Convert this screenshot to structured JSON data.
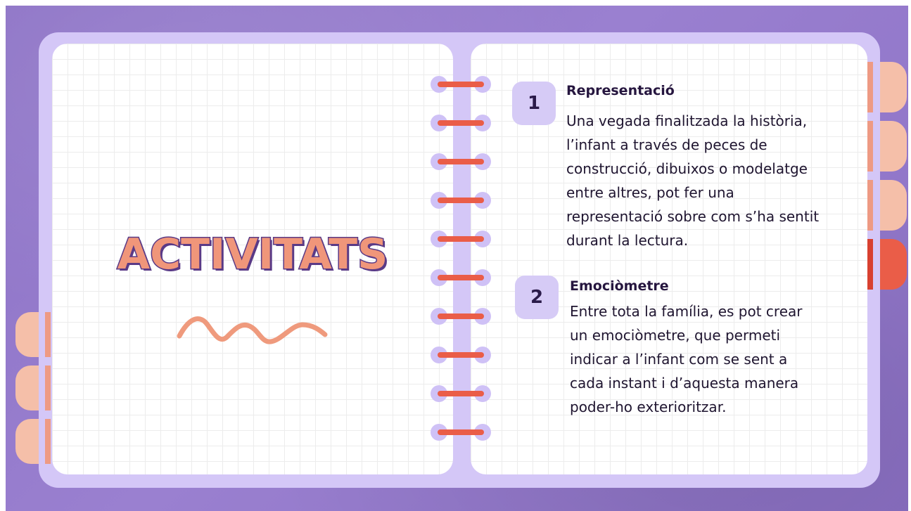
{
  "title": "ACTIVITATS",
  "activities": [
    {
      "number": "1",
      "heading": "Representació",
      "text": "Una vegada finalitzada la història, l’infant a través de peces de construcció, dibuixos o modelatge entre altres, pot fer una representació sobre com s’ha sentit durant la lectura."
    },
    {
      "number": "2",
      "heading": "Emociòmetre",
      "text": "Entre tota la família, es pot crear un emociòmetre, que permeti indicar a l’infant com se sent a cada instant i d’aquesta manera poder-ho exterioritzar."
    }
  ],
  "colors": {
    "background": "#9079c9",
    "notebook": "#d4c7f7",
    "page": "#ffffff",
    "tab_light": "#f5bfa9",
    "tab_active": "#ea5d48",
    "ring_bar": "#ea5d48",
    "title_fill": "#f0967a",
    "title_outline": "#5a3a86"
  },
  "icons": [
    "squiggle-decoration",
    "spiral-binding"
  ]
}
